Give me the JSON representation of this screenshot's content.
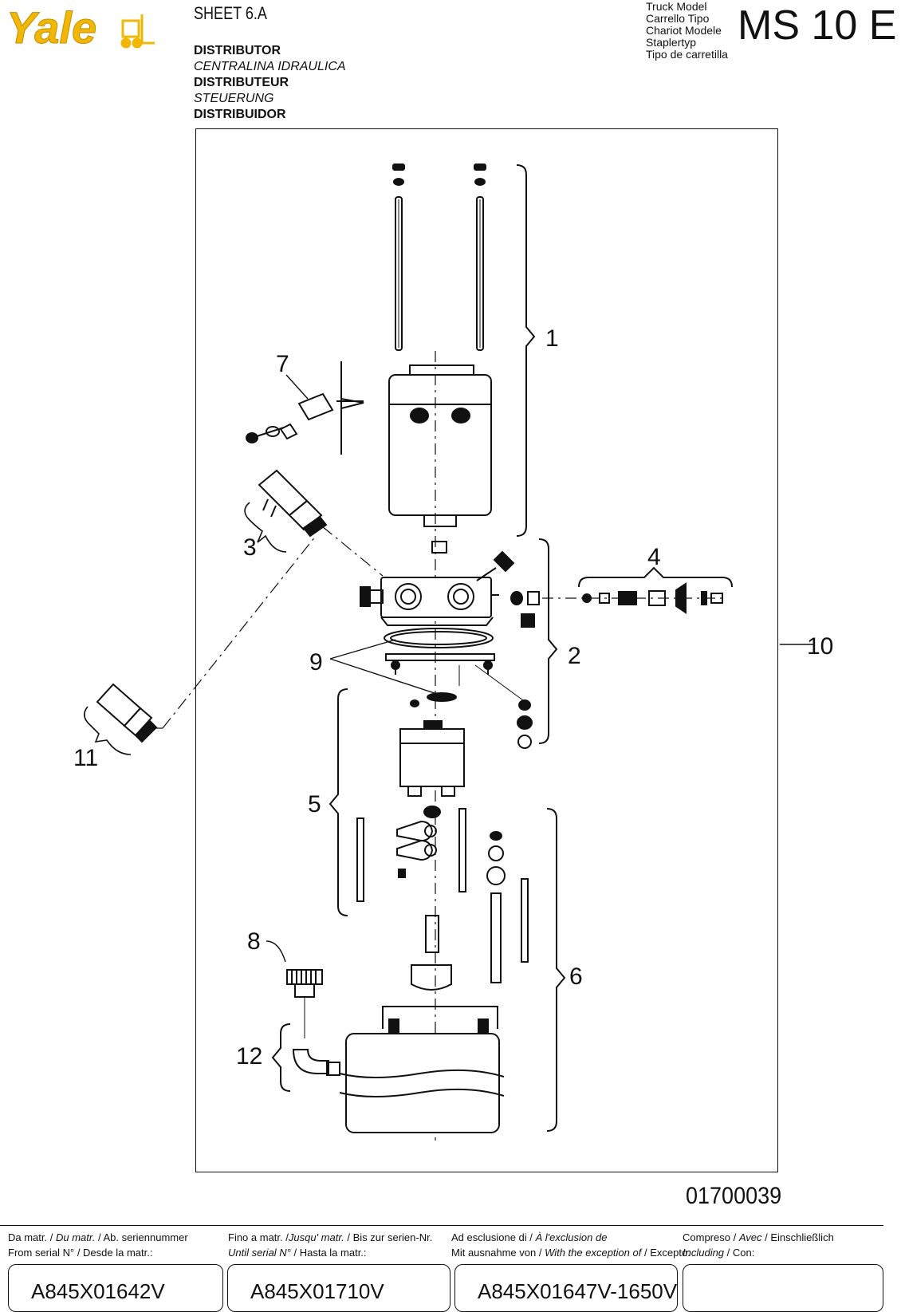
{
  "brand": {
    "name": "Yale",
    "logo_color": "#f2b705",
    "icon": "forklift-icon"
  },
  "sheet_label": "SHEET  6.A",
  "titles": [
    {
      "text": "DISTRIBUTOR",
      "style": "bold"
    },
    {
      "text": "CENTRALINA IDRAULICA",
      "style": "italic"
    },
    {
      "text": "DISTRIBUTEUR",
      "style": "bold"
    },
    {
      "text": "STEUERUNG",
      "style": "italic"
    },
    {
      "text": "DISTRIBUIDOR",
      "style": "bold"
    }
  ],
  "model_labels": [
    "Truck Model",
    "Carrello Tipo",
    "Chariot Modele",
    "Staplertyp",
    "Tipo de carretilla"
  ],
  "model_name": "MS 10 E",
  "callouts": [
    "1",
    "2",
    "3",
    "4",
    "5",
    "6",
    "7",
    "8",
    "9",
    "10",
    "11",
    "12"
  ],
  "drawing_number": "01700039",
  "serials": [
    {
      "line1": [
        {
          "t": "Da matr. / ",
          "i": false
        },
        {
          "t": "Du matr.",
          "i": true
        },
        {
          "t": " / Ab. seriennummer",
          "i": false
        }
      ],
      "line2": [
        {
          "t": "From serial N° / Desde la matr.:",
          "i": false
        }
      ],
      "value": "A845X01642V"
    },
    {
      "line1": [
        {
          "t": "Fino a matr. /",
          "i": false
        },
        {
          "t": "Jusqu' matr.",
          "i": true
        },
        {
          "t": " / Bis zur serien-Nr.",
          "i": false
        }
      ],
      "line2": [
        {
          "t": "Until serial N°",
          "i": true
        },
        {
          "t": " / Hasta la matr.:",
          "i": false
        }
      ],
      "value": "A845X01710V"
    },
    {
      "line1": [
        {
          "t": "Ad esclusione di / ",
          "i": false
        },
        {
          "t": "À l'exclusion de",
          "i": true
        }
      ],
      "line2": [
        {
          "t": "Mit ausnahme von / ",
          "i": false
        },
        {
          "t": "With the exception of",
          "i": true
        },
        {
          "t": " / Excepto:",
          "i": false
        }
      ],
      "value": "A845X01647V-1650V"
    },
    {
      "line1": [
        {
          "t": "Compreso / ",
          "i": false
        },
        {
          "t": "Avec",
          "i": true
        },
        {
          "t": " /  Einschließlich",
          "i": false
        }
      ],
      "line2": [
        {
          "t": "Including",
          "i": true
        },
        {
          "t": "  / Con:",
          "i": false
        }
      ],
      "value": ""
    }
  ]
}
